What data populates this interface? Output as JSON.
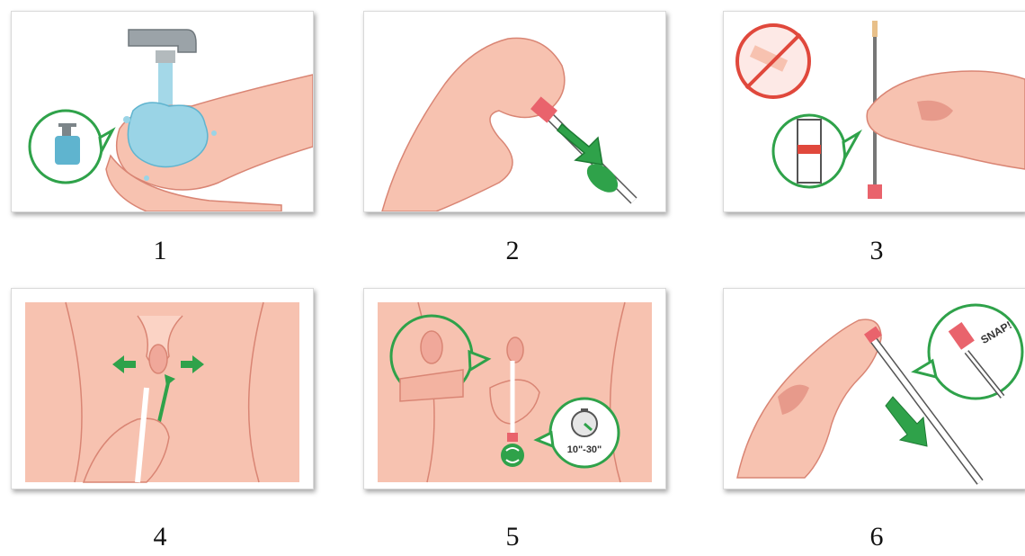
{
  "steps": [
    {
      "number": "1",
      "icon": "hand-washing-with-soap-icon"
    },
    {
      "number": "2",
      "icon": "opening-swab-tube-icon"
    },
    {
      "number": "3",
      "icon": "swab-handling-icon"
    },
    {
      "number": "4",
      "icon": "swab-insertion-icon"
    },
    {
      "number": "5",
      "icon": "swab-rotation-timer-icon",
      "timer_text": "10\"-30\""
    },
    {
      "number": "6",
      "icon": "swab-snap-into-tube-icon",
      "snap_text": "SNAP!"
    }
  ],
  "colors": {
    "skin": "#f7c2b0",
    "skin_outline": "#d98574",
    "accent_green": "#2fa24a",
    "water_blue": "#9ad4e6",
    "prohibited_red": "#e0483c",
    "swab_tip": "#e9636c"
  }
}
